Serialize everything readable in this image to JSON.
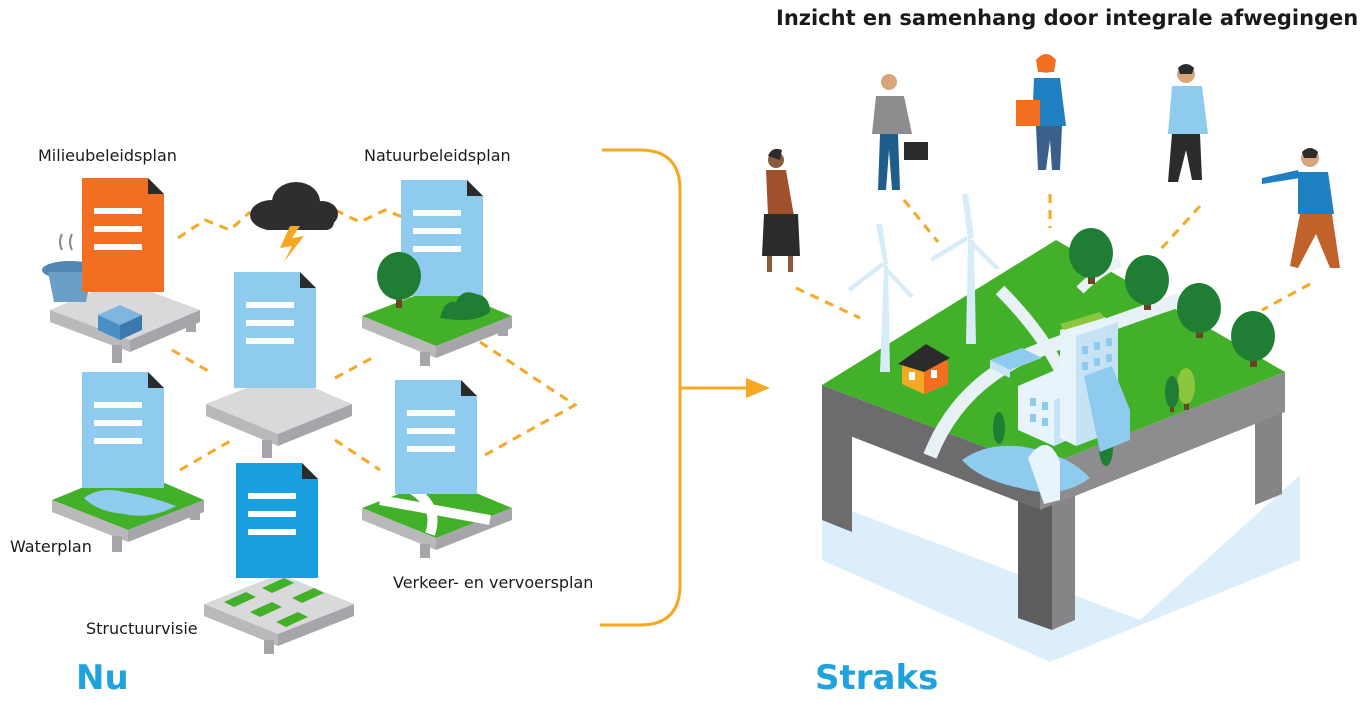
{
  "headline": "Inzicht en samenhang door integrale afwegingen",
  "labels": {
    "milieu": "Milieubeleidsplan",
    "natuur": "Natuurbeleidsplan",
    "water": "Waterplan",
    "structuur": "Structuurvisie",
    "verkeer": "Verkeer- en vervoersplan"
  },
  "left_caption": "Nu",
  "right_caption": "Straks",
  "colors": {
    "accent_blue": "#1fa2de",
    "doc_light_blue": "#8fcbef",
    "doc_blue": "#1a9ee0",
    "doc_orange": "#f26f21",
    "grass_green": "#43b02a",
    "connector_orange": "#f7a823",
    "platform_grey": "#d2d2d4",
    "table_grey": "#7c7c7e"
  }
}
